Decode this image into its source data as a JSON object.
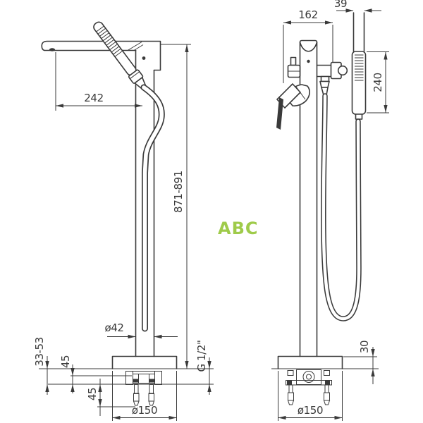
{
  "watermark": {
    "text": "ABC",
    "color": "#9fcb4a"
  },
  "drawing": {
    "line_color": "#3a3a3a",
    "type": "technical installation drawing, freestanding floor-mounted bath mixer with hand shower, two orthographic views"
  },
  "dims": {
    "front": {
      "spout_reach": "242",
      "height_range": "871-891",
      "column_diameter": "ø42",
      "floor_range": "33-53",
      "upper_offset": "45",
      "lower_offset": "45",
      "base_diameter": "ø150",
      "inlet_thread": "G 1/2\""
    },
    "side": {
      "depth": "162",
      "handshower_width": "39",
      "handshower_length": "240",
      "base_height": "30",
      "base_diameter": "ø150"
    }
  }
}
